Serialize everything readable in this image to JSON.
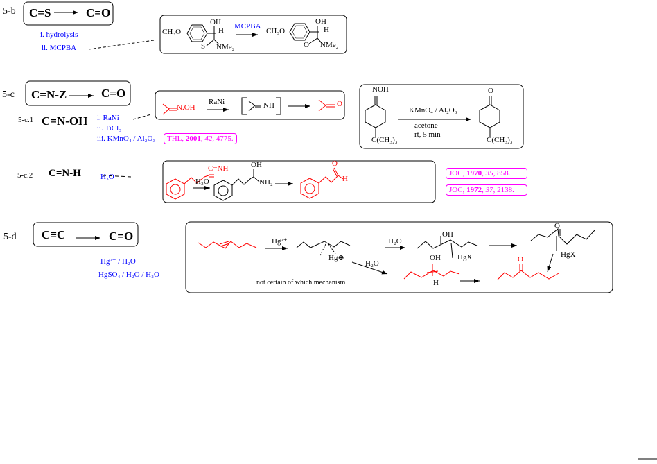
{
  "s5b": {
    "label": "5-b",
    "from": "C=S",
    "to": "C=O",
    "conditions": [
      "i. hydrolysis",
      "ii. MCPBA"
    ],
    "example": {
      "sub": "CH₃O",
      "oh": "OH",
      "h": "H",
      "s": "S",
      "nme2": "NMe₂",
      "reagent": "MCPBA",
      "o": "O"
    }
  },
  "s5c": {
    "label": "5-c",
    "from": "C=N-Z",
    "to": "C=O",
    "c1": {
      "label": "5-c.1",
      "group": "C=N-OH",
      "conditions": [
        "i.  RaNi",
        "ii.  TiCl₃",
        "iii. KMnO₄ / Al₂O₃"
      ],
      "ref": {
        "journal": "THL,",
        "year": "2001",
        "vol": "42",
        "page": "4775."
      },
      "scheme": {
        "start": "N.OH",
        "reagent": "RaNi",
        "intermediate": "NH",
        "product": "O"
      },
      "example": {
        "noh": "NOH",
        "tbu": "C(CH₃)₃",
        "reagent": "KMnO₄ / Al₂O₃",
        "solvent": "acetone",
        "cond": "rt, 5 min",
        "o": "O"
      }
    },
    "c2": {
      "label": "5-c.2",
      "group": "C=N-H",
      "condition": "H₃O⁺",
      "scheme": {
        "imine": "C=NH",
        "reagent": "H₃O⁺",
        "oh": "OH",
        "nh2": "NH₂",
        "o": "O",
        "h": "H"
      },
      "refs": [
        {
          "journal": "JOC,",
          "year": "1970",
          "vol": "35",
          "page": "858."
        },
        {
          "journal": "JOC,",
          "year": "1972",
          "vol": "37",
          "page": "2138."
        }
      ]
    }
  },
  "s5d": {
    "label": "5-d",
    "from": "C≡C",
    "to": "C=O",
    "conditions": [
      "Hg²⁺ / H₂O",
      "HgSO₄ / H₂O / H₂O"
    ],
    "scheme": {
      "hg": "Hg²⁺",
      "hgplus": "Hg⊕",
      "h2o_a": "H₂O",
      "oh_a": "OH",
      "hgx_a": "HgX",
      "o_a": "O",
      "hgx_b": "HgX",
      "h2o_b": "H₂O",
      "oh_b": "OH",
      "h_b": "H",
      "o_b": "O",
      "note": "not certain of which mechanism"
    }
  }
}
